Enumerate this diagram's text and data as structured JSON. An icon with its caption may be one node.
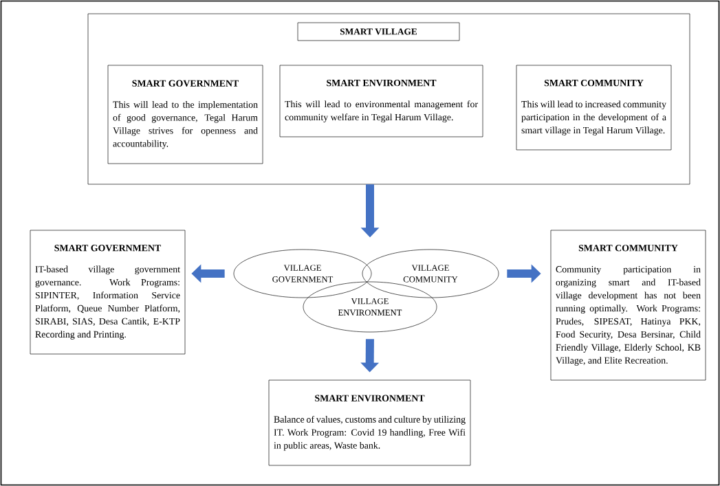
{
  "diagram": {
    "nodes": [
      {
        "text": [],
        "shape": "box"
      },
      {
        "text": [
          "SMART VILLAGE"
        ],
        "in": 0
      },
      {
        "text": [
          "SMART GOVERNMENT",
          "This will lead to the implementation of good governance, Tegal Harum Village strives for openness and accountability."
        ],
        "in": 0
      },
      {
        "text": [
          "SMART ENVIRONMENT",
          "This will lead to environmental management for community welfare in Tegal Harum Village."
        ],
        "in": 0
      },
      {
        "text": [
          "SMART COMMUNITY",
          "This will lead to increased community participation in the development of a smart village in Tegal Harum Village."
        ],
        "in": 0
      },
      {
        "text": [
          "VILLAGE GOVERNMENT"
        ]
      },
      {
        "text": [
          "VILLAGE COMMUNITY"
        ]
      },
      {
        "text": [
          "VILLAGE ENVIRONMENT"
        ]
      },
      {
        "text": [
          "SMART GOVERNMENT",
          "IT-based village government governance. Work Programs: SIPINTER, Information Service Platform, Queue Number Platform, SIRABI, SIAS, Desa Cantik, E-KTP Recording and Printing."
        ]
      },
      {
        "text": [
          "SMART COMMUNITY",
          "Community participation in organizing smart and IT-based village development has not been running optimally. Work Programs: Prudes, SIPESAT, Hatinya PKK, Food Security, Desa Bersinar, Child Friendly Village, Elderly School, KB Village, and Elite Recreation."
        ]
      },
      {
        "text": [
          "SMART ENVIRONMENT",
          "Balance of values, customs and culture by utilizing IT. Work Program: Covid 19 handling, Free Wifi in public areas, Waste bank."
        ]
      }
    ],
    "edges": [
      {
        "from": 0,
        "to": null,
        "arrow": "to"
      },
      {
        "from": 5,
        "to": 8,
        "arrow": "to"
      },
      {
        "from": 6,
        "to": 9,
        "arrow": "to"
      },
      {
        "from": 7,
        "to": 10,
        "arrow": "to"
      }
    ]
  }
}
